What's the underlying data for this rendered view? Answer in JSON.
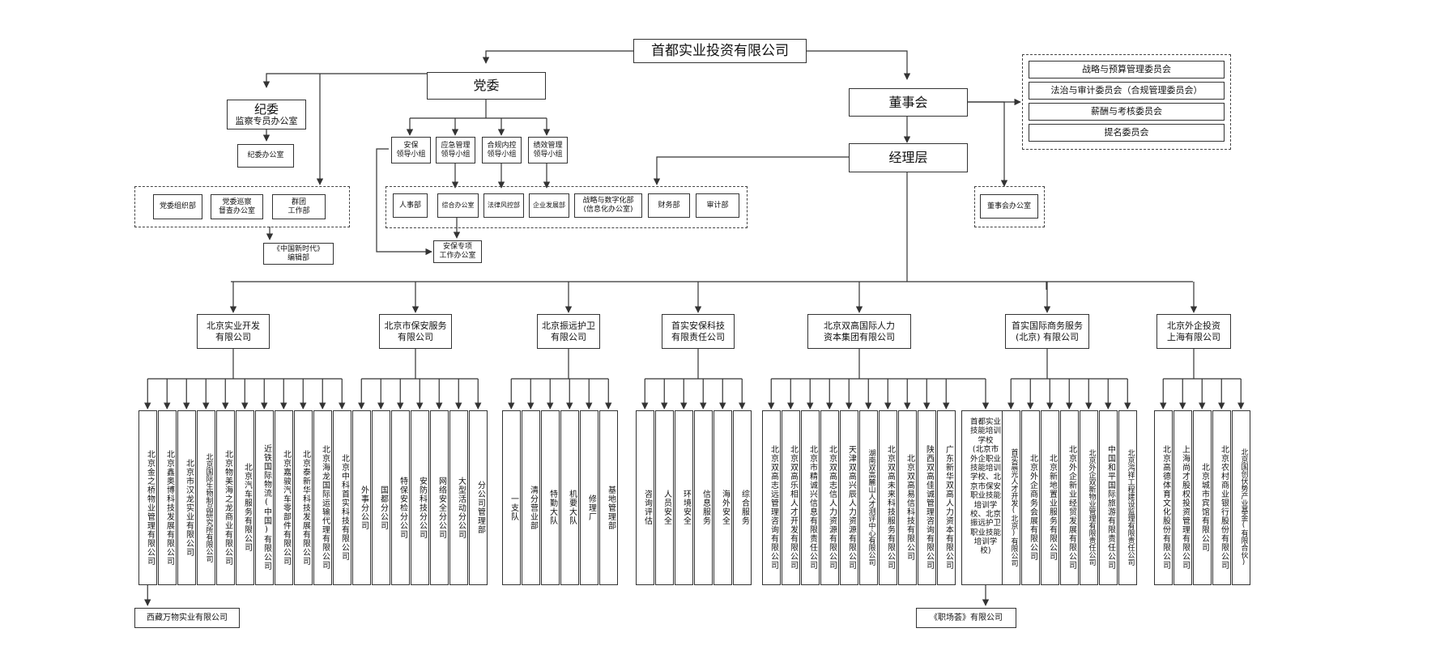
{
  "top": {
    "company": "首都实业投资有限公司",
    "party": "党委",
    "board": "董事会",
    "management": "经理层"
  },
  "discipline": {
    "title": "纪委",
    "subtitle": "监察专员办公室",
    "office": "纪委办公室"
  },
  "party_groups": [
    "安保\n领导小组",
    "应急管理\n领导小组",
    "合规内控\n领导小组",
    "绩效管理\n领导小组"
  ],
  "party_depts": [
    "党委组织部",
    "党委巡察\n督查办公室",
    "群团\n工作部"
  ],
  "editorial": "《中国新时代》\n编辑部",
  "security_office": "安保专项\n工作办公室",
  "depts": [
    "人事部",
    "综合办公室",
    "法律风控部",
    "企业发展部",
    "战略与数字化部\n(信息化办公室)",
    "财务部",
    "审计部"
  ],
  "committees": [
    "战略与预算管理委员会",
    "法治与审计委员会（合规管理委员会）",
    "薪酬与考核委员会",
    "提名委员会"
  ],
  "board_office": "董事会办公室",
  "subsidiaries": [
    {
      "name": "北京实业开发\n有限公司",
      "children": [
        "北京金之桥物业管理有限公司",
        "北京鑫奥博科技发展有限公司",
        "北京市汉龙实业有限公司",
        "北京国际生物制品研究所有限公司",
        "北京物美海之龙商业有限公司",
        "北京汽车服务有限公司",
        "近铁国际物流(中国)有限公司",
        "北京嘉骏汽车零部件有限公司",
        "北京泰新华科技发展有限公司",
        "北京海龙国际运输代理有限公司",
        "北京中科首实科技有限公司"
      ],
      "extra": "西藏万物实业有限公司"
    },
    {
      "name": "北京市保安服务\n有限公司",
      "children": [
        "外事分公司",
        "国都分公司",
        "特保安检分公司",
        "安防科技分公司",
        "网络安全分公司",
        "大型活动分公司",
        "分公司管理部"
      ]
    },
    {
      "name": "北京振远护卫\n有限公司",
      "children": [
        "一支队",
        "清分营业部",
        "特勤大队",
        "机要大队",
        "修理厂",
        "基地管理部"
      ]
    },
    {
      "name": "首实安保科技\n有限责任公司",
      "children": [
        "咨询评估",
        "人员安全",
        "环境安全",
        "信息服务",
        "海外安全",
        "综合服务"
      ]
    },
    {
      "name": "北京双高国际人力\n资本集团有限公司",
      "children": [
        "北京双高志远管理咨询有限公司",
        "北京双高乐相人才开发有限公司",
        "北京市精诚兴信息有限责任公司",
        "北京双高志信人力资源有限公司",
        "天津双高兴辰人力资源有限公司",
        "湖南双高麓山人才测评中心有限公司",
        "北京双高未来科技服务有限公司",
        "北京双高易信科技有限公司",
        "陕西双高佳诚管理咨询有限公司",
        "广东新华双高人力资本有限公司"
      ],
      "school": "首都实业\n技能培训\n学校\n(北京市\n外企职业\n技能培训\n学校、北\n京市保安\n职业技能\n培训学\n校、北京\n振远护卫\n职业技能\n培训学\n校)",
      "extra": "《职场荟》有限公司"
    },
    {
      "name": "首实国际商务服务\n(北京) 有限公司",
      "children": [
        "首实晨光人才开发(北京)有限公司",
        "北京外企商务会展有限公司",
        "北京新地置业服务有限公司",
        "北京外企新业经贸发展有限公司",
        "北京外企双新物业管理有限责任公司",
        "中国和平国际旅游有限责任公司",
        "北京鸿祥工程建设监理有限责任公司"
      ]
    },
    {
      "name": "北京外企投资\n上海有限公司",
      "children": [
        "北京高德体育文化股份有限公司",
        "上海尚才股权投资管理有限公司",
        "北京城市宾馆有限公司",
        "北京农村商业银行股份有限公司",
        "北京国创伏势产业基金(有限合伙)"
      ]
    }
  ]
}
